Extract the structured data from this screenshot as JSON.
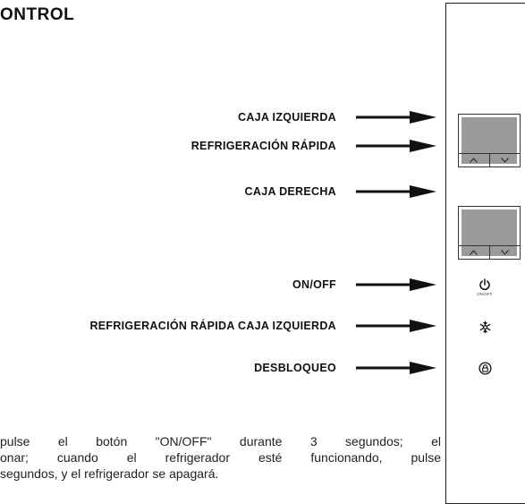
{
  "page": {
    "title": "ONTROL"
  },
  "labels": {
    "left_box": "CAJA IZQUIERDA",
    "fast_cooling": "REFRIGERACIÓN RÁPIDA",
    "right_box": "CAJA DERECHA",
    "on_off": "ON/OFF",
    "fast_cooling_left_box": "REFRIGERACIÓN RÁPIDA CAJA IZQUIERDA",
    "unlock": "DESBLOQUEO"
  },
  "panel": {
    "display_1": {
      "up": "^",
      "down": "v"
    },
    "display_2": {
      "up": "^",
      "down": "v"
    },
    "on_off_caption": "ON/OFF",
    "icons": [
      "power-icon",
      "snowflake-icon",
      "lock-icon"
    ]
  },
  "instructions": {
    "line1": "pulse el botón \"ON/OFF\" durante 3 segundos; el",
    "line2": "onar; cuando el refrigerador esté funcionando, pulse",
    "line3": "segundos, y el refrigerador se apagará."
  },
  "colors": {
    "text": "#111111",
    "screen": "#9a9a9a",
    "panel_border": "#222222"
  }
}
